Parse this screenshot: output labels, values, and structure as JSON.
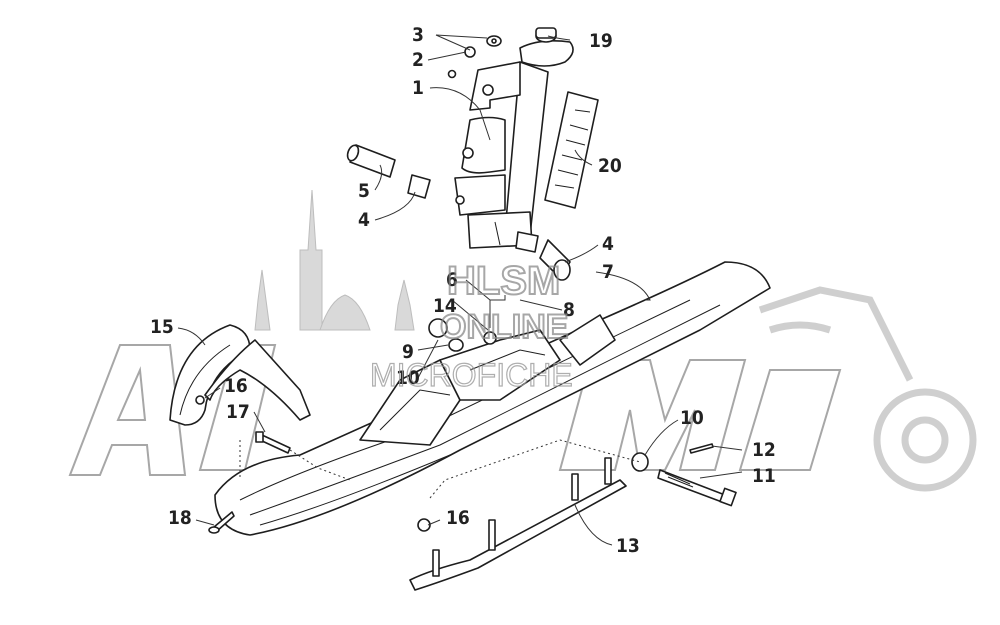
{
  "watermark": {
    "line1": "HLSM",
    "line2": "ONLINE",
    "line3": "MICROFICHE"
  },
  "callouts": [
    {
      "id": "c19",
      "label": "19"
    },
    {
      "id": "c3",
      "label": "3"
    },
    {
      "id": "c2",
      "label": "2"
    },
    {
      "id": "c1",
      "label": "1"
    },
    {
      "id": "c20",
      "label": "20"
    },
    {
      "id": "c5",
      "label": "5"
    },
    {
      "id": "c4a",
      "label": "4"
    },
    {
      "id": "c4b",
      "label": "4"
    },
    {
      "id": "c7",
      "label": "7"
    },
    {
      "id": "c6",
      "label": "6"
    },
    {
      "id": "c8",
      "label": "8"
    },
    {
      "id": "c14",
      "label": "14"
    },
    {
      "id": "c15",
      "label": "15"
    },
    {
      "id": "c9",
      "label": "9"
    },
    {
      "id": "c10a",
      "label": "10"
    },
    {
      "id": "c16a",
      "label": "16"
    },
    {
      "id": "c17",
      "label": "17"
    },
    {
      "id": "c10b",
      "label": "10"
    },
    {
      "id": "c12",
      "label": "12"
    },
    {
      "id": "c11",
      "label": "11"
    },
    {
      "id": "c18",
      "label": "18"
    },
    {
      "id": "c16b",
      "label": "16"
    },
    {
      "id": "c13",
      "label": "13"
    }
  ],
  "colors": {
    "ink": "#1e1e1e",
    "background": "#ffffff",
    "watermark": "#8a8a8a"
  }
}
